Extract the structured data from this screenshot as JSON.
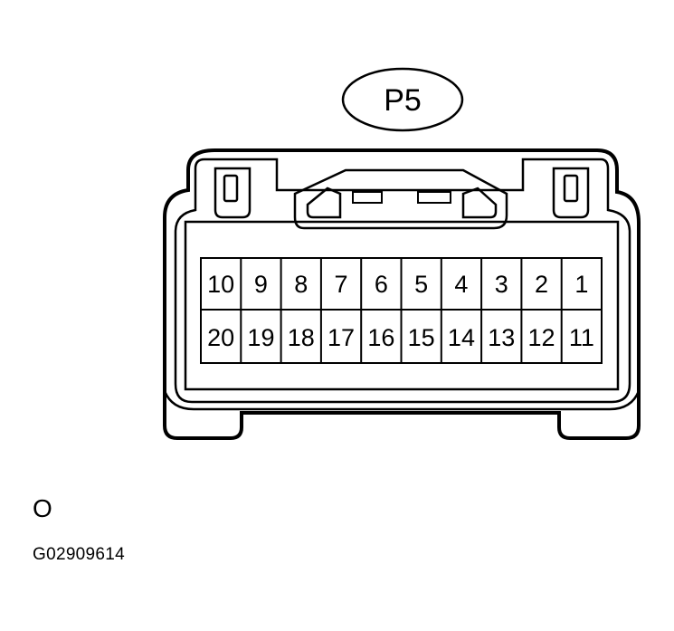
{
  "connector": {
    "label": "P5",
    "pins_top": [
      "10",
      "9",
      "8",
      "7",
      "6",
      "5",
      "4",
      "3",
      "2",
      "1"
    ],
    "pins_bottom": [
      "20",
      "19",
      "18",
      "17",
      "16",
      "15",
      "14",
      "13",
      "12",
      "11"
    ]
  },
  "side_mark": "O",
  "figure_code": "G02909614"
}
